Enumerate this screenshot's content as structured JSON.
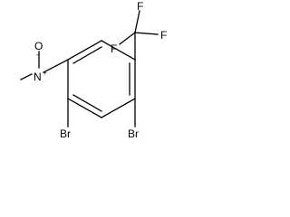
{
  "structure": {
    "atoms": {
      "fluorine_top": "F",
      "fluorine_left": "F",
      "fluorine_right": "F",
      "oxygen_nitro": "O",
      "oxygen_charge": "-",
      "nitrogen": "N",
      "nitrogen_charge": "+",
      "bromine_left": "Br",
      "bromine_right": "Br"
    }
  },
  "colors": {
    "bond": "#000000",
    "label": "#000000",
    "background": "#ffffff"
  }
}
